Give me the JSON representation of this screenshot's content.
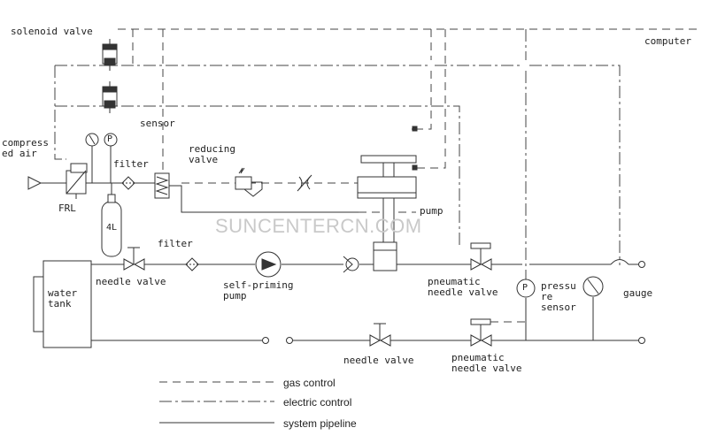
{
  "labels": {
    "solenoid_valve": "solenoid valve",
    "sensor": "sensor",
    "compressed_air_1": "compress",
    "compressed_air_2": "ed air",
    "frl": "FRL",
    "filter_top": "filter",
    "reducing_valve_1": "reducing",
    "reducing_valve_2": "valve",
    "pump": "pump",
    "computer": "computer",
    "filter_mid": "filter",
    "water_tank_1": "water",
    "water_tank_2": "tank",
    "needle_valve_1": "needle valve",
    "self_priming_1": "self-priming",
    "self_priming_2": "pump",
    "pneumatic_needle_1a": "pneumatic",
    "pneumatic_needle_1b": "needle valve",
    "pressure_sensor_1": "pressu",
    "pressure_sensor_2": "re",
    "pressure_sensor_3": "sensor",
    "gauge": "gauge",
    "needle_valve_2": "needle valve",
    "pneumatic_needle_2a": "pneumatic",
    "pneumatic_needle_2b": "needle valve",
    "cylinder_4l": "4L",
    "gauge_p": "P",
    "pressure_p": "P"
  },
  "legend": {
    "gas_control": "gas control",
    "electric_control": "electric control",
    "system_pipeline": "system pipeline"
  },
  "watermark": "SUNCENTERCN.COM",
  "colors": {
    "line": "#333333",
    "watermark": "#c9c9c9"
  }
}
